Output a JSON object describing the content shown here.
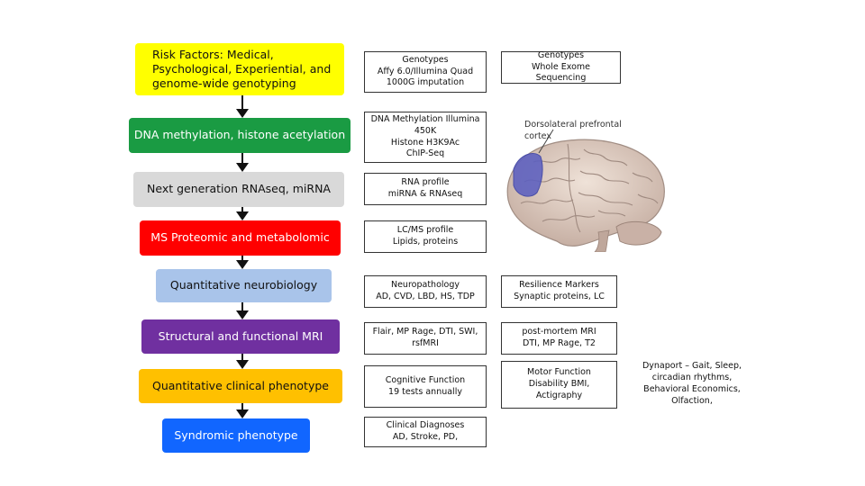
{
  "left_boxes": [
    {
      "label": "Risk Factors: Medical, Psychological, Experiential, and genome-wide genotyping",
      "color": "#ffff00"
    },
    {
      "label": "DNA methylation, histone acetylation",
      "color": "#1a9b43"
    },
    {
      "label": "Next generation RNAseq, miRNA",
      "color": "#d9d9d9"
    },
    {
      "label": "MS Proteomic and metabolomic",
      "color": "#ff0000"
    },
    {
      "label": "Quantitative neurobiology",
      "color": "#a9c4ea"
    },
    {
      "label": "Structural and functional MRI",
      "color": "#7030a0"
    },
    {
      "label": "Quantitative clinical phenotype",
      "color": "#ffc000"
    },
    {
      "label": "Syndromic phenotype",
      "color": "#1166ff"
    }
  ],
  "middle_boxes": [
    "Genotypes\nAffy 6.0/Illumina Quad\n1000G imputation",
    "DNA Methylation Illumina\n450K\nHistone H3K9Ac\nChIP-Seq",
    "RNA profile\nmiRNA & RNAseq",
    "LC/MS profile\nLipids, proteins",
    "Neuropathology\nAD, CVD, LBD, HS, TDP",
    "Flair, MP Rage, DTI, SWI,\nrsfMRI",
    "Cognitive Function\n19 tests annually",
    "Clinical Diagnoses\nAD, Stroke, PD,"
  ],
  "right_boxes": {
    "genotypes_wes": "Genotypes\nWhole Exome Sequencing",
    "resilience": "Resilience Markers\nSynaptic proteins, LC",
    "postmortem_mri": "post-mortem MRI\nDTI, MP Rage, T2",
    "motor": "Motor Function\nDisability BMI,\nActigraphy",
    "dynaport": "Dynaport – Gait, Sleep,\ncircadian rhythms,\nBehavioral Economics,\nOlfaction,"
  },
  "brain": {
    "label": "Dorsolateral prefrontal\ncortex",
    "highlight_color": "#5b5fbf"
  }
}
